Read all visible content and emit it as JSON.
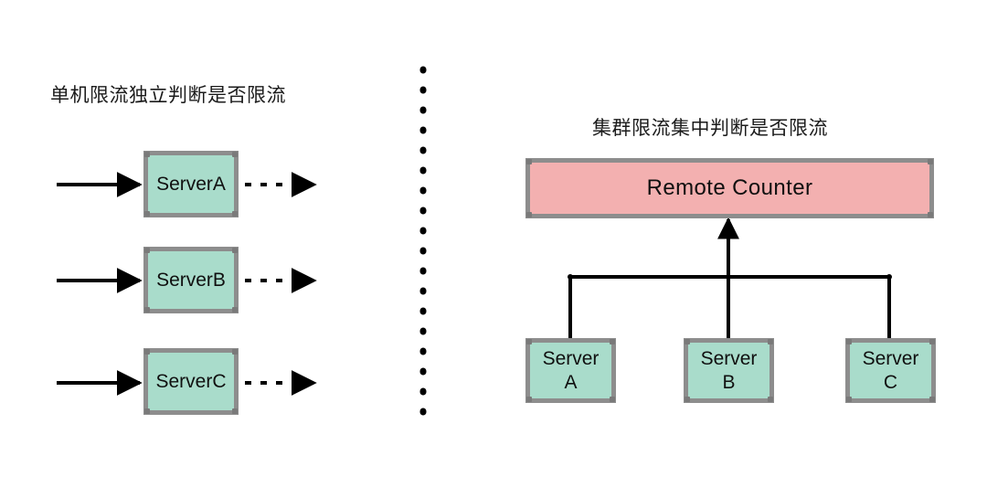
{
  "diagram": {
    "left_panel": {
      "title": "单机限流独立判断是否限流",
      "nodes": [
        {
          "label": "ServerA"
        },
        {
          "label": "ServerB"
        },
        {
          "label": "ServerC"
        }
      ],
      "inbound_arrow_style": "solid",
      "outbound_arrow_style": "dashed"
    },
    "divider": {
      "style": "dotted-vertical",
      "color": "#000000"
    },
    "right_panel": {
      "title": "集群限流集中判断是否限流",
      "counter": {
        "label": "Remote Counter"
      },
      "nodes": [
        {
          "line1": "Server",
          "line2": "A"
        },
        {
          "line1": "Server",
          "line2": "B"
        },
        {
          "line1": "Server",
          "line2": "C"
        }
      ],
      "connector_arrow_style": "solid-up"
    },
    "colors": {
      "node_fill": "#a9dccb",
      "counter_fill": "#f3b0b0",
      "node_border": "#8d8d8d",
      "line": "#000000",
      "text": "#101010",
      "background": "#ffffff"
    }
  }
}
